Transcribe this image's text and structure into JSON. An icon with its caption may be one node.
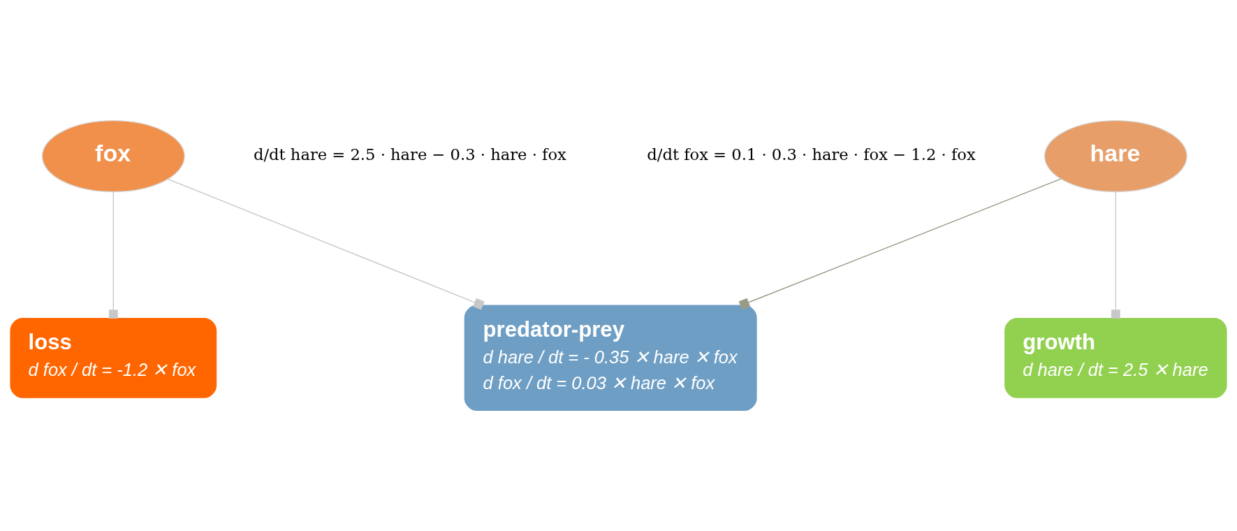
{
  "diagram": {
    "nodes": [
      {
        "text": [
          "fox"
        ]
      },
      {
        "text": [
          "hare"
        ]
      },
      {
        "text": [
          "loss",
          "d fox / dt = -1.2 ✕ fox"
        ]
      },
      {
        "text": [
          "predator-prey",
          "d hare / dt = - 0.35 ✕ hare ✕ fox",
          "d fox / dt = 0.03 ✕ hare ✕ fox"
        ]
      },
      {
        "text": [
          "growth",
          "d hare / dt = 2.5 ✕ hare"
        ]
      }
    ],
    "edges": [
      {
        "from": 0,
        "to": 2,
        "arrow": "other"
      },
      {
        "from": 0,
        "to": 3,
        "arrow": "other"
      },
      {
        "from": 1,
        "to": 3,
        "arrow": "other",
        "color": "#9a9a88"
      },
      {
        "from": 1,
        "to": 4,
        "arrow": "other"
      }
    ],
    "labels": [
      "d/dt hare = 2.5 · hare − 0.3 · hare · fox",
      "d/dt fox = 0.1 · 0.3 · hare · fox − 1.2 · fox"
    ]
  }
}
